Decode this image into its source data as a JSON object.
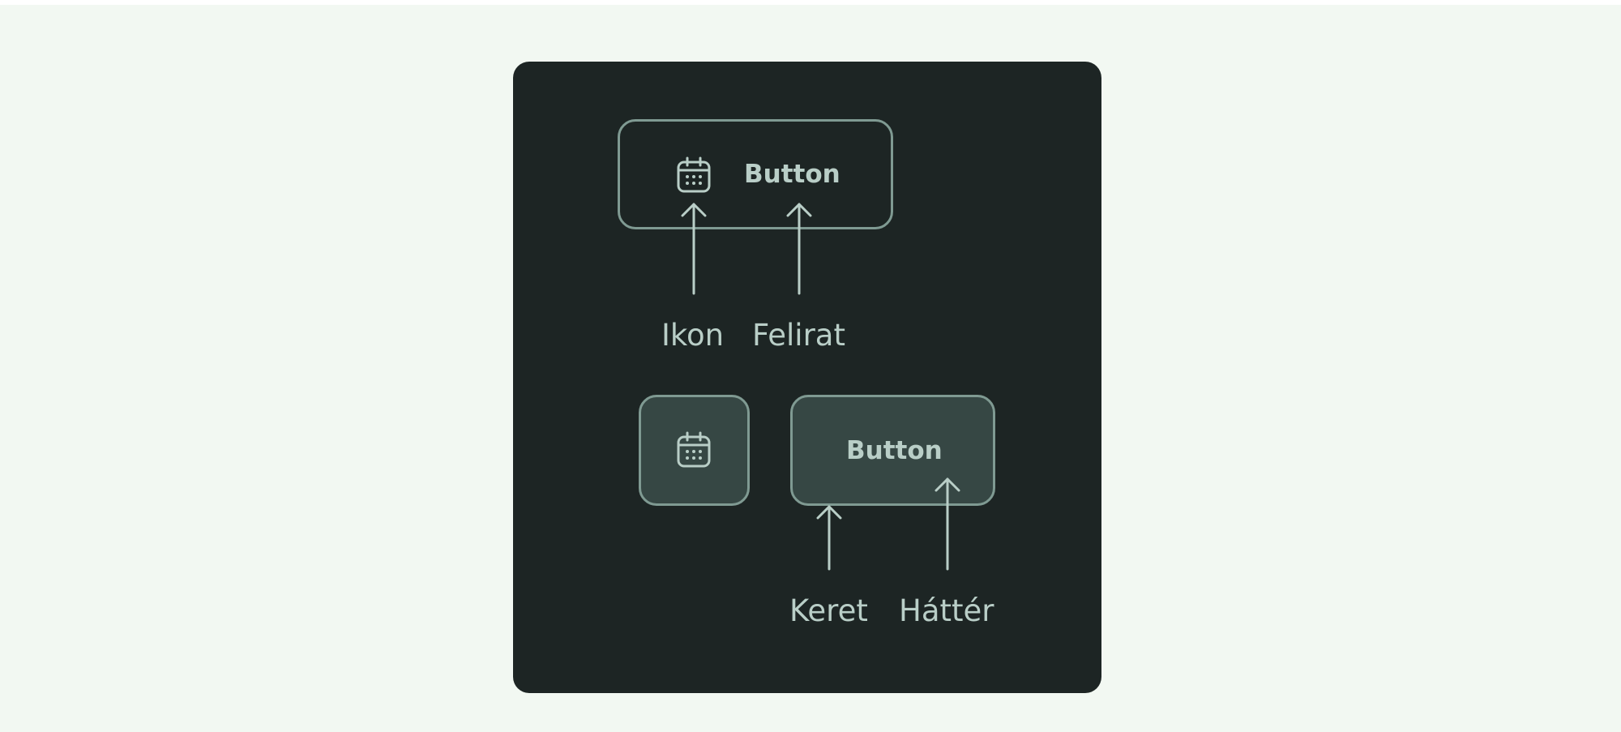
{
  "diagram": {
    "button_label": "Button",
    "annotations": {
      "icon": "Ikon",
      "label": "Felirat",
      "border": "Keret",
      "background": "Háttér"
    },
    "icons": {
      "button_icon": "calendar-icon"
    },
    "colors": {
      "page_background": "#f2f8f2",
      "panel_background": "#1d2524",
      "button_fill": "#364744",
      "button_border": "#7f9a92",
      "foreground": "#b9cec7"
    }
  }
}
